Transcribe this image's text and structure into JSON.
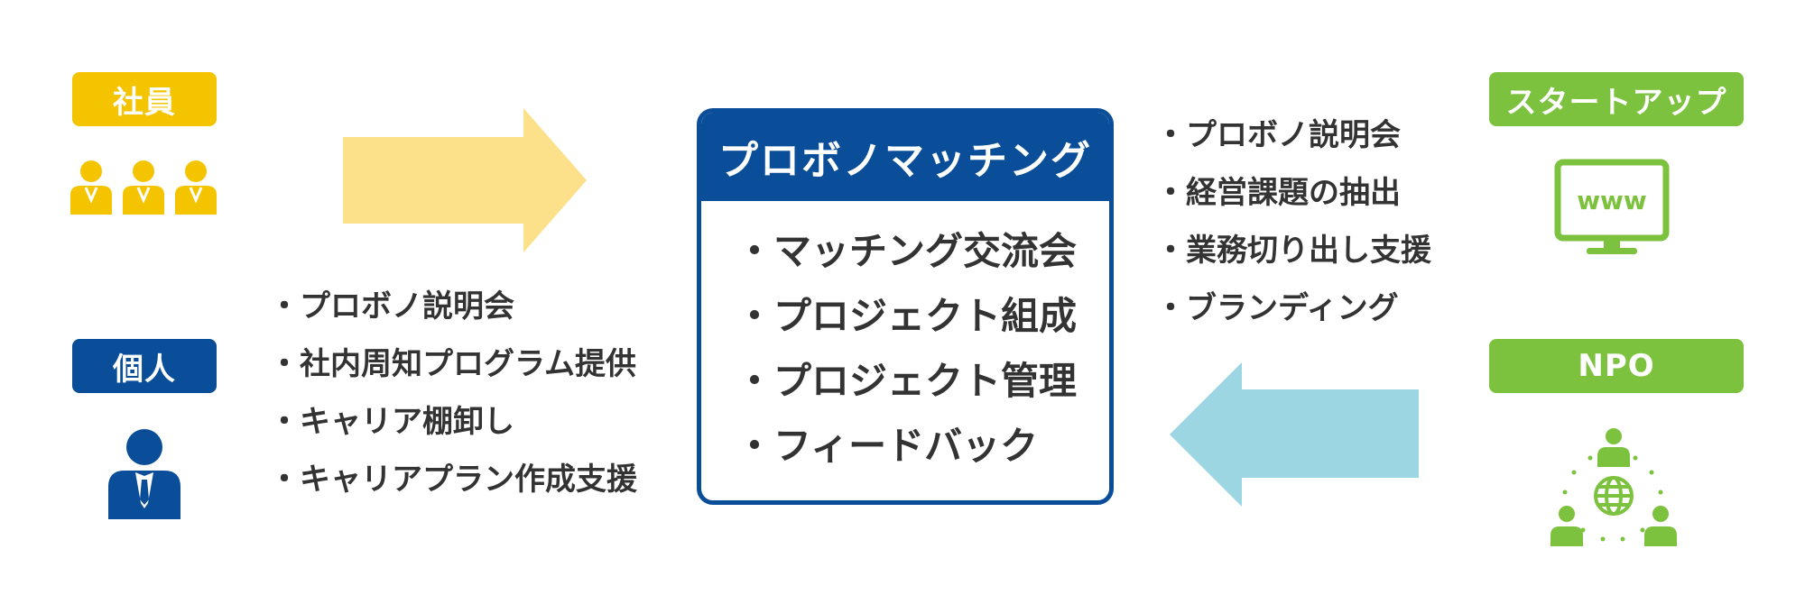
{
  "left": {
    "employee_tag": "社員",
    "individual_tag": "個人",
    "items": [
      "・プロボノ説明会",
      "・社内周知プログラム提供",
      "・キャリア棚卸し",
      "・キャリアプラン作成支援"
    ]
  },
  "center": {
    "title": "プロボノマッチング",
    "items": [
      "・マッチング交流会",
      "・プロジェクト組成",
      "・プロジェクト管理",
      "・フィードバック"
    ]
  },
  "right": {
    "startup_tag": "スタートアップ",
    "npo_tag": "NPO",
    "www_text": "www",
    "items": [
      "・プロボノ説明会",
      "・経営課題の抽出",
      "・業務切り出し支援",
      "・ブランディング"
    ]
  },
  "colors": {
    "yellow": "#F5C400",
    "blue": "#0A4E9A",
    "green": "#7DC23E",
    "arrow_yellow": "#FDE08A",
    "arrow_blue": "#9DD6E3"
  }
}
